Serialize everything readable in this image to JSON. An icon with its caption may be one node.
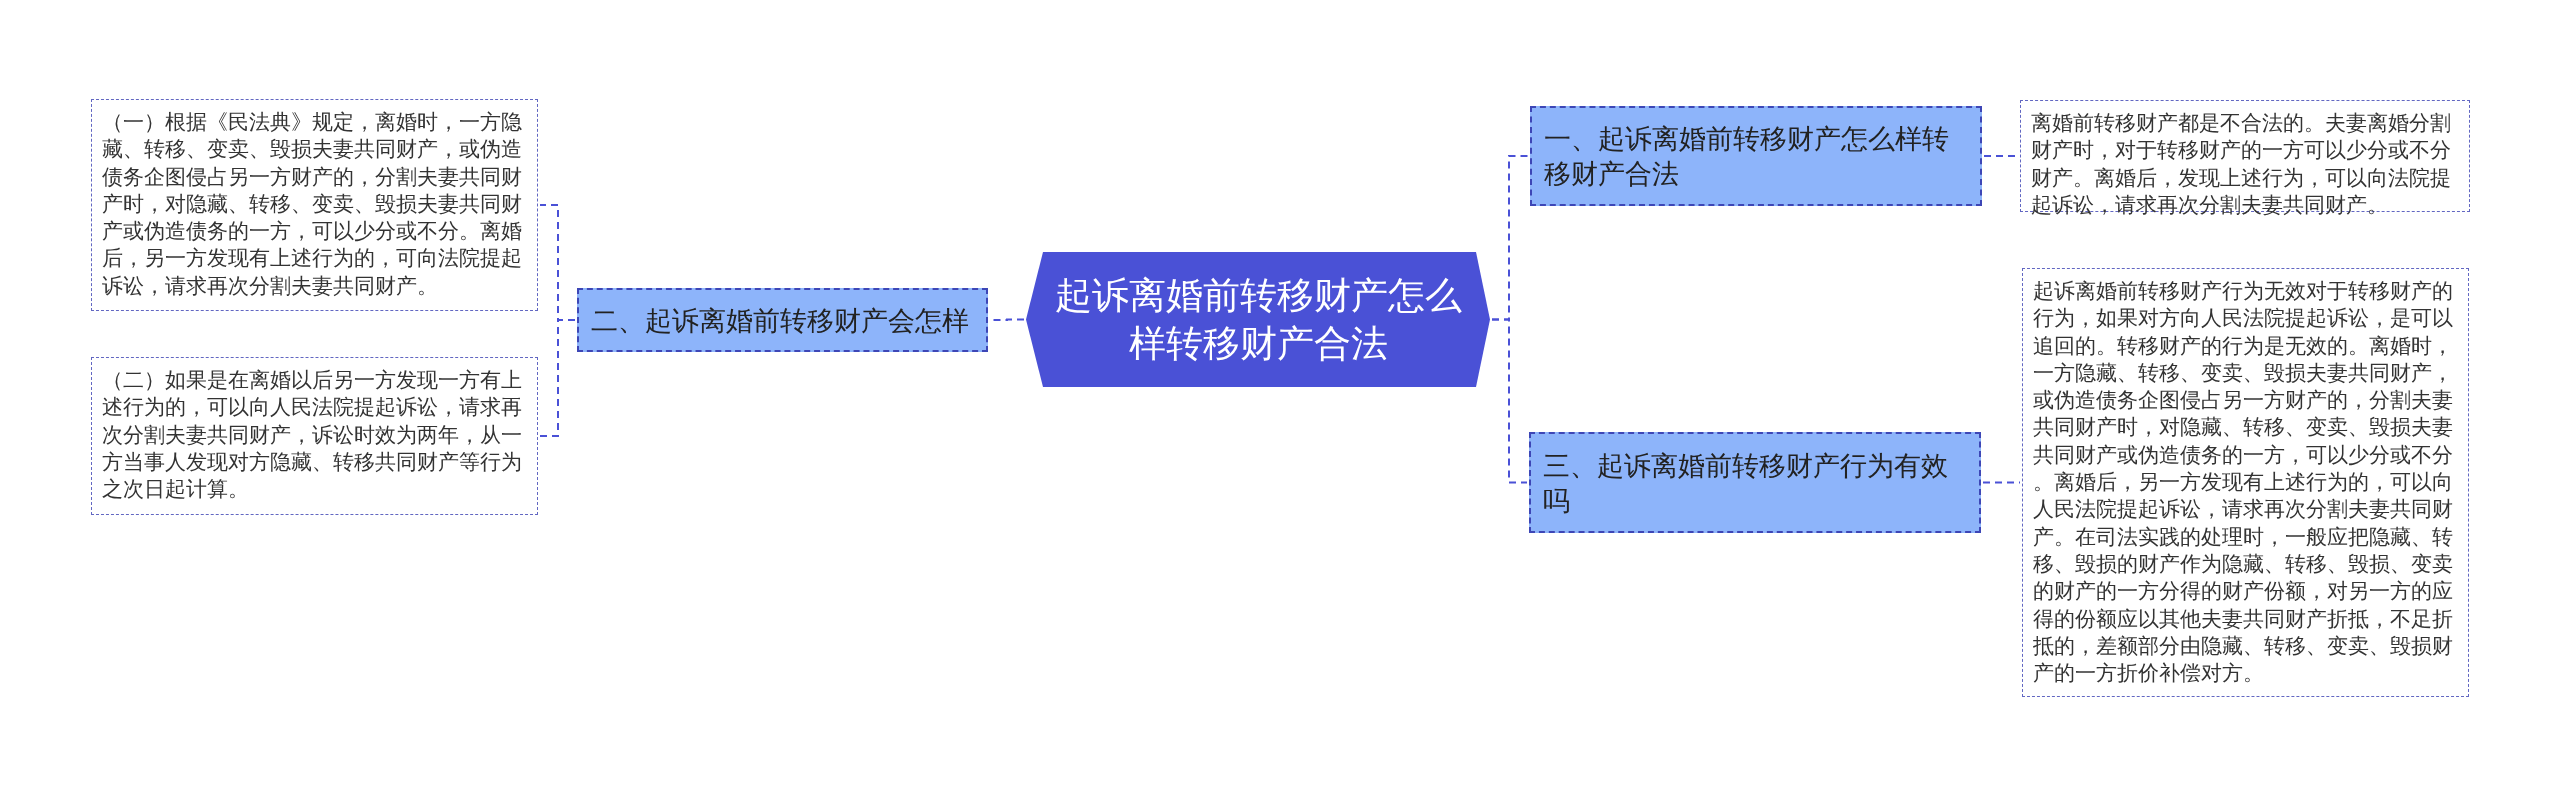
{
  "diagram": {
    "nodes": [
      {
        "text": [
          "起诉离婚前转移财产怎么样转移财产合法"
        ]
      },
      {
        "text": [
          "一、起诉离婚前转移财产怎么样转移财产合法"
        ]
      },
      {
        "text": [
          "离婚前转移财产都是不合法的。夫妻离婚分割财产时，对于转移财产的一方可以少分或不分财产。离婚后，发现上述行为，可以向法院提起诉讼，请求再次分割夫妻共同财产。"
        ]
      },
      {
        "text": [
          "二、起诉离婚前转移财产会怎样"
        ]
      },
      {
        "text": [
          "（一）根据《民法典》规定，离婚时，一方隐藏、转移、变卖、毁损夫妻共同财产，或伪造债务企图侵占另一方财产的，分割夫妻共同财产时，对隐藏、转移、变卖、毁损夫妻共同财产或伪造债务的一方，可以少分或不分。离婚后，另一方发现有上述行为的，可向法院提起诉讼，请求再次分割夫妻共同财产。"
        ]
      },
      {
        "text": [
          "（二）如果是在离婚以后另一方发现一方有上述行为的，可以向人民法院提起诉讼，请求再次分割夫妻共同财产，诉讼时效为两年，从一方当事人发现对方隐藏、转移共同财产等行为之次日起计算。"
        ]
      },
      {
        "text": [
          "三、起诉离婚前转移财产行为有效吗"
        ]
      },
      {
        "text": [
          "起诉离婚前转移财产行为无效对于转移财产的行为，如果对方向人民法院提起诉讼，是可以追回的。转移财产的行为是无效的。离婚时，一方隐藏、转移、变卖、毁损夫妻共同财产，或伪造债务企图侵占另一方财产的，分割夫妻共同财产时，对隐藏、转移、变卖、毁损夫妻共同财产或伪造债务的一方，可以少分或不分。离婚后，另一方发现有上述行为的，可以向人民法院提起诉讼，请求再次分割夫妻共同财产。在司法实践的处理时，一般应把隐藏、转移、毁损的财产作为隐藏、转移、毁损、变卖的财产的一方分得的财产份额，对另一方的应得的份额应以其他夫妻共同财产折抵，不足折抵的，差额部分由隐藏、转移、变卖、毁损财产的一方折价补偿对方。"
        ]
      }
    ],
    "edges": [
      {
        "from": 0,
        "to": 1,
        "arrow": "none",
        "style": "dashed"
      },
      {
        "from": 1,
        "to": 2,
        "arrow": "none",
        "style": "dashed"
      },
      {
        "from": 0,
        "to": 3,
        "arrow": "none",
        "style": "dashed"
      },
      {
        "from": 3,
        "to": 4,
        "arrow": "none",
        "style": "dashed"
      },
      {
        "from": 3,
        "to": 5,
        "arrow": "none",
        "style": "dashed"
      },
      {
        "from": 0,
        "to": 6,
        "arrow": "none",
        "style": "dashed"
      },
      {
        "from": 6,
        "to": 7,
        "arrow": "none",
        "style": "dashed"
      }
    ]
  }
}
